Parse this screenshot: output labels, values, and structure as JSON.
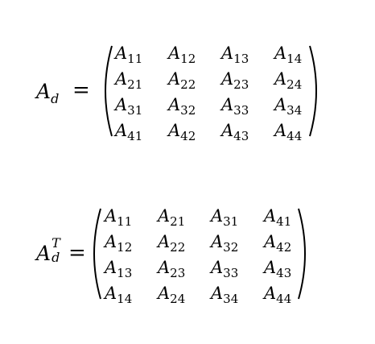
{
  "equation1": {
    "lhs_base": "A",
    "lhs_sub": "d",
    "equals": "=",
    "matrix": [
      [
        "11",
        "12",
        "13",
        "14"
      ],
      [
        "21",
        "22",
        "23",
        "24"
      ],
      [
        "31",
        "32",
        "33",
        "34"
      ],
      [
        "41",
        "42",
        "43",
        "44"
      ]
    ],
    "cell_base": "A"
  },
  "equation2": {
    "lhs_base": "A",
    "lhs_sub": "d",
    "lhs_sup": "T",
    "equals": "=",
    "matrix": [
      [
        "11",
        "21",
        "31",
        "41"
      ],
      [
        "12",
        "22",
        "32",
        "42"
      ],
      [
        "13",
        "23",
        "33",
        "43"
      ],
      [
        "14",
        "24",
        "34",
        "44"
      ]
    ],
    "cell_base": "A"
  }
}
